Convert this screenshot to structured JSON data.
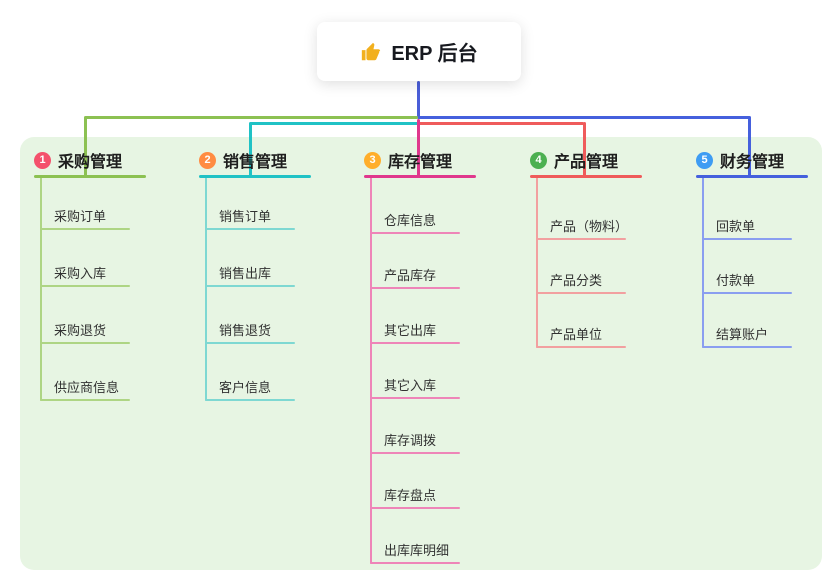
{
  "root": {
    "title": "ERP 后台",
    "icon": "thumbs-up-icon",
    "icon_color": "#f2b01e"
  },
  "canvas": {
    "background_color": "#e7f5e3",
    "root_connector_color": "#4a5ed8"
  },
  "branches": [
    {
      "index": "1",
      "title": "采购管理",
      "badge_color": "#f4516c",
      "line_color": "#8cc152",
      "child_line_color": "#aed584",
      "children": [
        "采购订单",
        "采购入库",
        "采购退货",
        "供应商信息"
      ]
    },
    {
      "index": "2",
      "title": "销售管理",
      "badge_color": "#ff8c42",
      "line_color": "#20c2c5",
      "child_line_color": "#7ed8d2",
      "children": [
        "销售订单",
        "销售出库",
        "销售退货",
        "客户信息"
      ]
    },
    {
      "index": "3",
      "title": "库存管理",
      "badge_color": "#ffae2b",
      "line_color": "#e0388d",
      "child_line_color": "#ee85b8",
      "children": [
        "仓库信息",
        "产品库存",
        "其它出库",
        "其它入库",
        "库存调拨",
        "库存盘点",
        "出库库明细"
      ]
    },
    {
      "index": "4",
      "title": "产品管理",
      "badge_color": "#4cb051",
      "line_color": "#ef5b5b",
      "child_line_color": "#f2a0a0",
      "children": [
        "产品（物料）",
        "产品分类",
        "产品单位"
      ]
    },
    {
      "index": "5",
      "title": "财务管理",
      "badge_color": "#3e9cf3",
      "line_color": "#4560dd",
      "child_line_color": "#8a9ef0",
      "children": [
        "回款单",
        "付款单",
        "结算账户"
      ]
    }
  ]
}
